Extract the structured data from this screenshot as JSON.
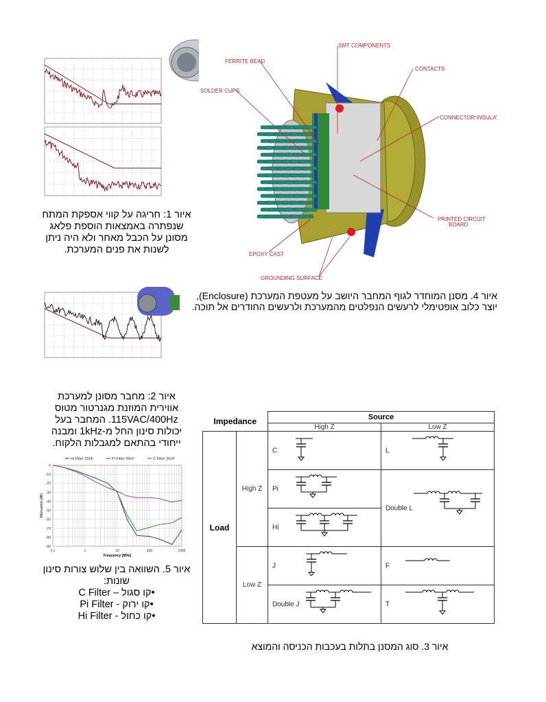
{
  "figure1": {
    "caption_lines": [
      "איור 1: חריגה על קווי אספקת המתח",
      "שנפתרה באמצאות הוספת פלאג",
      "מסונן על הכבל מאחר ולא היה ניתן",
      "לשנות את פנים המערכת."
    ]
  },
  "figure2": {
    "caption_lines": [
      "איור 2: מחבר מסונן למערכת",
      "אווירית המוזנת מגנרטור מטוס",
      "115VAC/400Hz. המחבר בעל",
      "יכולות סינון החל מ-1kHz ומבנה",
      "ייחודי בהתאם למגבלות הלקוח."
    ]
  },
  "figure4": {
    "labels": {
      "smt": "SMT COMPONENTS",
      "ferrite": "FERRITE BEAD",
      "contacts": "CONTACTS",
      "solder": "SOLDER CUPS",
      "insulator": "CONNECTOR INSULATC",
      "pcb1": "PRINTED CIRCUIT",
      "pcb2": "BOARD",
      "epoxy": "EPOXY CAST",
      "ground": "GROUNDING SURFACE"
    },
    "caption_lines": [
      "איור 4. מסנן המוחדר לגוף המחבר היושב על מעטפת המערכת (Enclosure),",
      "יוצר כלוב אופטימלי לרעשים הנפלטים מהמערכת ולרעשים החודרים אל תוכה."
    ]
  },
  "figure5": {
    "caption_lines": [
      "איור 5. השוואה בין שלוש צורות סינון",
      "שונות:",
      "•קו סגול – C Filter",
      "•קו ירוק - Pi Filter",
      "•קו כחול - Hi Filter"
    ]
  },
  "chart_data": {
    "type": "line",
    "title": "",
    "xlabel": "Frequency [MHz]",
    "ylabel": "Attenuation [dB]",
    "xscale": "log",
    "xlim": [
      0.1,
      1000
    ],
    "ylim": [
      -90,
      0
    ],
    "x_ticks": [
      "0.1",
      "1",
      "10",
      "100",
      "1000"
    ],
    "y_ticks": [
      "0",
      "-10",
      "-20",
      "-30",
      "-40",
      "-50",
      "-60",
      "-70",
      "-80",
      "-90"
    ],
    "legend_position": "top",
    "grid": true,
    "x": [
      0.1,
      0.2,
      0.5,
      1,
      2,
      5,
      10,
      20,
      40,
      100,
      200,
      500,
      1000
    ],
    "series": [
      {
        "name": "Hi Filter 20nF",
        "color": "#333c8c",
        "values": [
          0,
          -2,
          -6,
          -10,
          -14,
          -20,
          -30,
          -60,
          -78,
          -79,
          -82,
          -88,
          -72
        ]
      },
      {
        "name": "Pi Filter 20nF",
        "color": "#3a8a3a",
        "values": [
          0,
          -2,
          -6,
          -10,
          -14,
          -20,
          -30,
          -55,
          -73,
          -69,
          -66,
          -64,
          -58
        ]
      },
      {
        "name": "C Filter 20nF",
        "color": "#9a4a9a",
        "values": [
          0,
          -2,
          -7,
          -12,
          -18,
          -25,
          -29,
          -34,
          -36,
          -36,
          -37,
          -41,
          -39
        ]
      }
    ]
  },
  "figure3": {
    "impedance": "Impedance",
    "source": "Source",
    "high_z": "High Z",
    "low_z": "Low Z",
    "load": "Load",
    "cells": {
      "C": "C",
      "L": "L",
      "Pi": "Pi",
      "Hi": "Hi",
      "DoubleL": "Double L",
      "J": "J",
      "F": "F",
      "DoubleJ": "Double J",
      "T": "T"
    },
    "caption": "איור 3. סוג המסנן בתלות בעכבות הכניסה והמוצא"
  },
  "colors": {
    "label_red": "#c0282d",
    "connector_olive": "#a29a2a",
    "connector_blue": "#1f3fb0",
    "pins_teal": "#1e8a78",
    "trace_red": "#8b1a1a"
  }
}
